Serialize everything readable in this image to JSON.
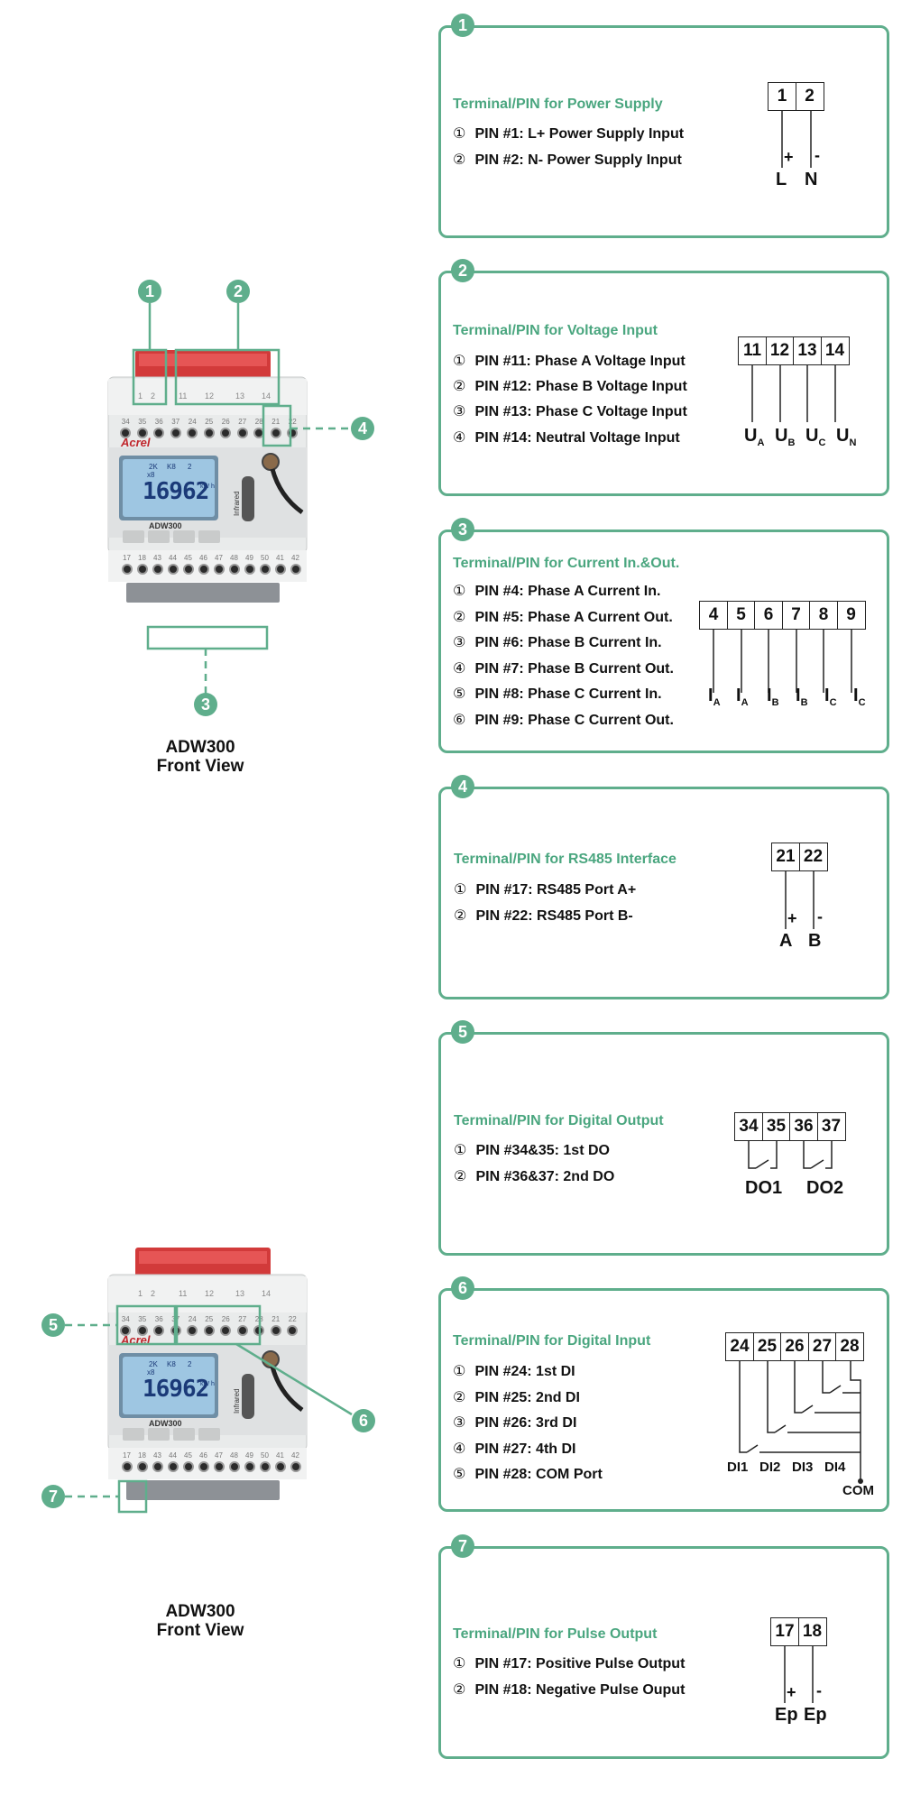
{
  "device_views": [
    {
      "caption_line1": "ADW300",
      "caption_line2": "Front View"
    },
    {
      "caption_line1": "ADW300",
      "caption_line2": "Front View"
    }
  ],
  "device": {
    "brand": "Acrel",
    "model": "ADW300",
    "display_value": "16962",
    "display_unit": "kW h",
    "side_label": "Infrared",
    "lcd_marks": [
      "2K",
      "K8",
      "2",
      "x8"
    ],
    "top_terminal_labels": [
      "1",
      "2",
      "11",
      "12",
      "13",
      "14"
    ],
    "upper_row_labels": [
      "34",
      "35",
      "36",
      "37",
      "24",
      "25",
      "26",
      "27",
      "28",
      "21",
      "22"
    ],
    "lower_row_labels": [
      "17",
      "18",
      "43",
      "44",
      "45",
      "46",
      "47",
      "48",
      "49",
      "50",
      "41",
      "42"
    ]
  },
  "callouts": [
    "1",
    "2",
    "3",
    "4",
    "5",
    "6",
    "7"
  ],
  "sections": [
    {
      "number": "1",
      "title": "Terminal/PIN for Power Supply",
      "pins": [
        {
          "marker": "①",
          "text": "PIN #1: L+ Power Supply Input"
        },
        {
          "marker": "②",
          "text": "PIN #2: N- Power Supply Input"
        }
      ],
      "terminals": [
        "1",
        "2"
      ],
      "signs": [
        "+",
        "-"
      ],
      "labels": [
        "L",
        "N"
      ]
    },
    {
      "number": "2",
      "title": "Terminal/PIN for Voltage Input",
      "pins": [
        {
          "marker": "①",
          "text": "PIN #11: Phase A Voltage Input"
        },
        {
          "marker": "②",
          "text": "PIN #12: Phase B Voltage Input"
        },
        {
          "marker": "③",
          "text": "PIN #13: Phase C Voltage Input"
        },
        {
          "marker": "④",
          "text": "PIN #14: Neutral Voltage Input"
        }
      ],
      "terminals": [
        "11",
        "12",
        "13",
        "14"
      ],
      "labels": [
        {
          "main": "U",
          "sub": "A"
        },
        {
          "main": "U",
          "sub": "B"
        },
        {
          "main": "U",
          "sub": "C"
        },
        {
          "main": "U",
          "sub": "N"
        }
      ]
    },
    {
      "number": "3",
      "title": "Terminal/PIN for Current In.&Out.",
      "pins": [
        {
          "marker": "①",
          "text": "PIN #4: Phase A Current In."
        },
        {
          "marker": "②",
          "text": "PIN #5: Phase A Current Out."
        },
        {
          "marker": "③",
          "text": "PIN #6: Phase B Current In."
        },
        {
          "marker": "④",
          "text": "PIN #7: Phase B Current Out."
        },
        {
          "marker": "⑤",
          "text": "PIN #8: Phase C Current In."
        },
        {
          "marker": "⑥",
          "text": "PIN #9: Phase C Current Out."
        }
      ],
      "terminals": [
        "4",
        "5",
        "6",
        "7",
        "8",
        "9"
      ],
      "labels": [
        {
          "main": "I",
          "sub": "A"
        },
        {
          "main": "I",
          "sub": "A"
        },
        {
          "main": "I",
          "sub": "B"
        },
        {
          "main": "I",
          "sub": "B"
        },
        {
          "main": "I",
          "sub": "C"
        },
        {
          "main": "I",
          "sub": "C"
        }
      ]
    },
    {
      "number": "4",
      "title": "Terminal/PIN for RS485 Interface",
      "pins": [
        {
          "marker": "①",
          "text": "PIN #17: RS485 Port A+"
        },
        {
          "marker": "②",
          "text": "PIN #22: RS485 Port B-"
        }
      ],
      "terminals": [
        "21",
        "22"
      ],
      "signs": [
        "+",
        "-"
      ],
      "labels": [
        "A",
        "B"
      ]
    },
    {
      "number": "5",
      "title": "Terminal/PIN for Digital Output",
      "pins": [
        {
          "marker": "①",
          "text": "PIN #34&35: 1st DO"
        },
        {
          "marker": "②",
          "text": "PIN #36&37: 2nd DO"
        }
      ],
      "terminals": [
        "34",
        "35",
        "36",
        "37"
      ],
      "labels": [
        "DO1",
        "DO2"
      ]
    },
    {
      "number": "6",
      "title": "Terminal/PIN for Digital Input",
      "pins": [
        {
          "marker": "①",
          "text": "PIN #24: 1st DI"
        },
        {
          "marker": "②",
          "text": "PIN #25: 2nd DI"
        },
        {
          "marker": "③",
          "text": "PIN #26: 3rd DI"
        },
        {
          "marker": "④",
          "text": "PIN #27: 4th DI"
        },
        {
          "marker": "⑤",
          "text": "PIN #28: COM Port"
        }
      ],
      "terminals": [
        "24",
        "25",
        "26",
        "27",
        "28"
      ],
      "labels": [
        "DI1",
        "DI2",
        "DI3",
        "DI4"
      ],
      "com_label": "COM"
    },
    {
      "number": "7",
      "title": "Terminal/PIN for Pulse Output",
      "pins": [
        {
          "marker": "①",
          "text": "PIN #17: Positive Pulse Output"
        },
        {
          "marker": "②",
          "text": "PIN #18: Negative Pulse Ouput"
        }
      ],
      "terminals": [
        "17",
        "18"
      ],
      "signs": [
        "+",
        "-"
      ],
      "labels": [
        "Ep",
        "Ep"
      ]
    }
  ]
}
